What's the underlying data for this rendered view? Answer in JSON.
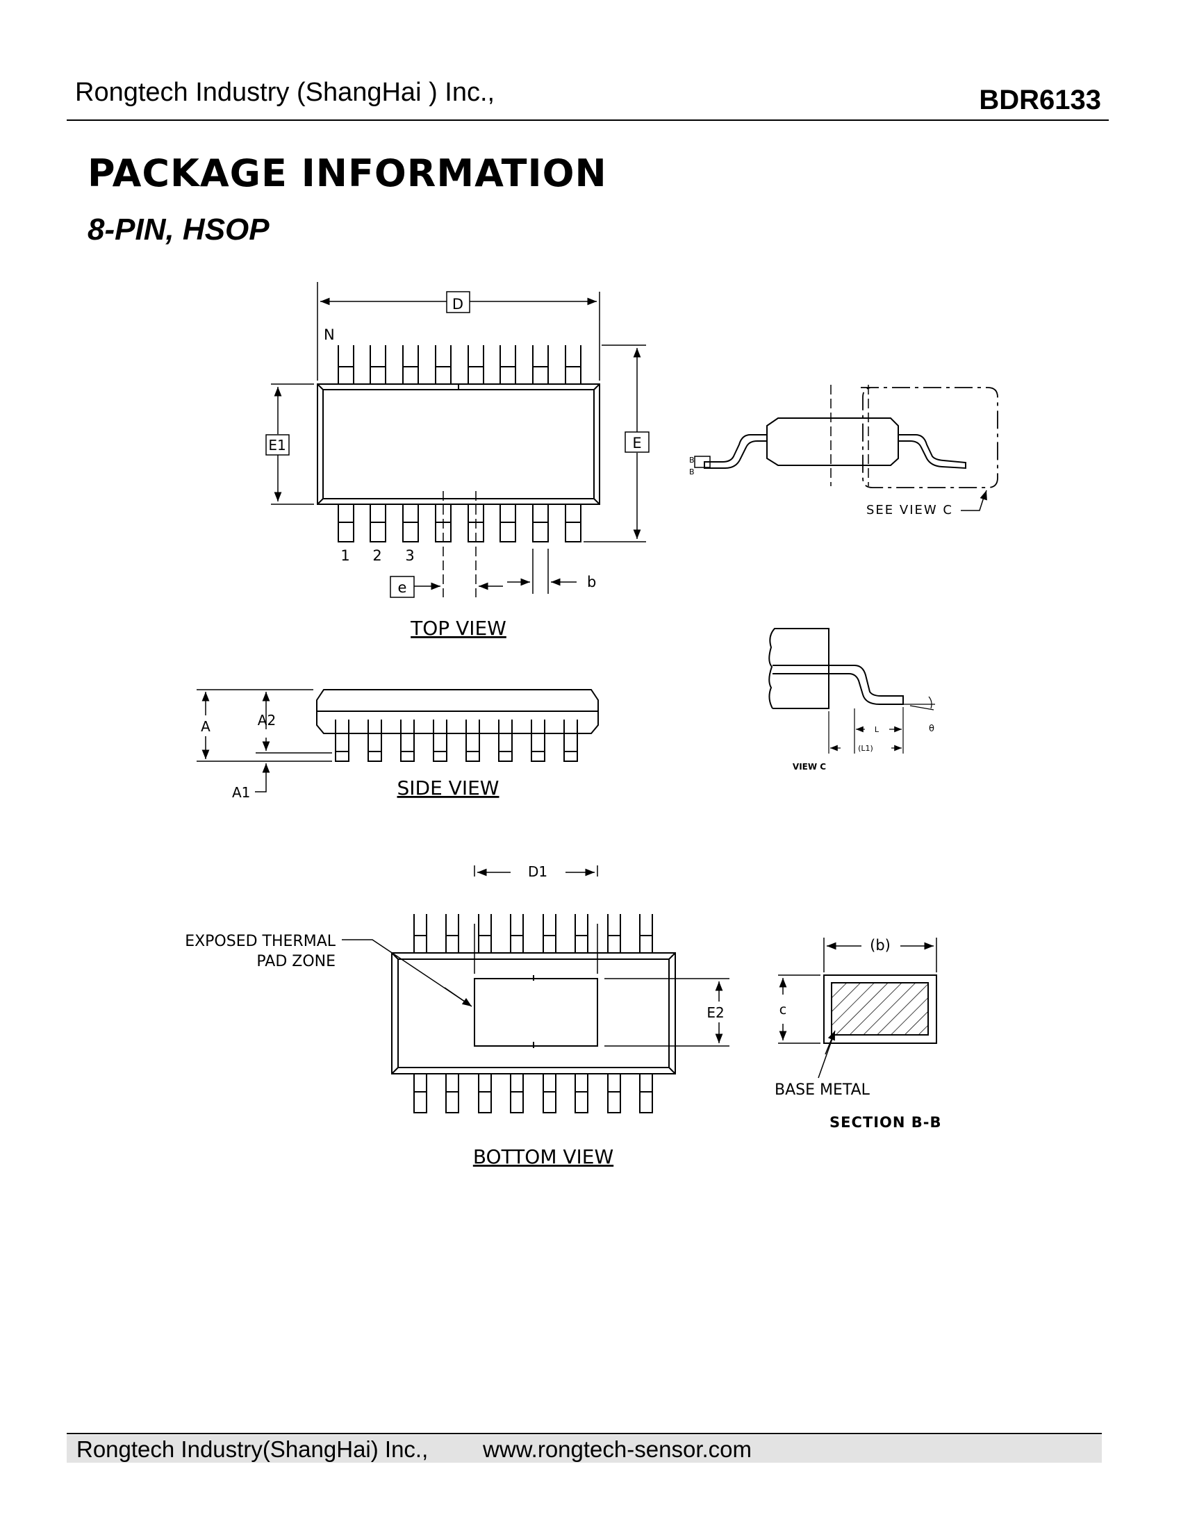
{
  "header": {
    "company": "Rongtech Industry (ShangHai ) Inc.,",
    "part_number": "BDR6133"
  },
  "section": {
    "title": "PACKAGE INFORMATION",
    "subtitle": "8-PIN, HSOP"
  },
  "drawing": {
    "top_view": {
      "caption": "TOP VIEW",
      "label_d": "D",
      "label_n": "N",
      "label_e1": "E1",
      "label_e": "E",
      "pin_1": "1",
      "pin_2": "2",
      "pin_3": "3",
      "label_pitch": "e",
      "label_b": "b"
    },
    "side_view": {
      "caption": "SIDE VIEW",
      "label_a": "A",
      "label_a2": "A2",
      "label_a1": "A1"
    },
    "profile_view": {
      "label_b_top": "B",
      "label_b_bottom": "B",
      "see_view": "SEE VIEW C"
    },
    "view_c": {
      "caption": "VIEW C",
      "label_l": "L",
      "label_l1": "(L1)",
      "label_theta": "θ"
    },
    "bottom_view": {
      "caption": "BOTTOM VIEW",
      "label_d1": "D1",
      "label_e2": "E2",
      "pad_label_line1": "EXPOSED THERMAL",
      "pad_label_line2": "PAD ZONE"
    },
    "section_bb": {
      "caption": "SECTION B-B",
      "label_b": "(b)",
      "label_c": "c",
      "base_metal": "BASE METAL"
    }
  },
  "footer": {
    "company": "Rongtech Industry(ShangHai) Inc.,",
    "website": "www.rongtech-sensor.com"
  }
}
